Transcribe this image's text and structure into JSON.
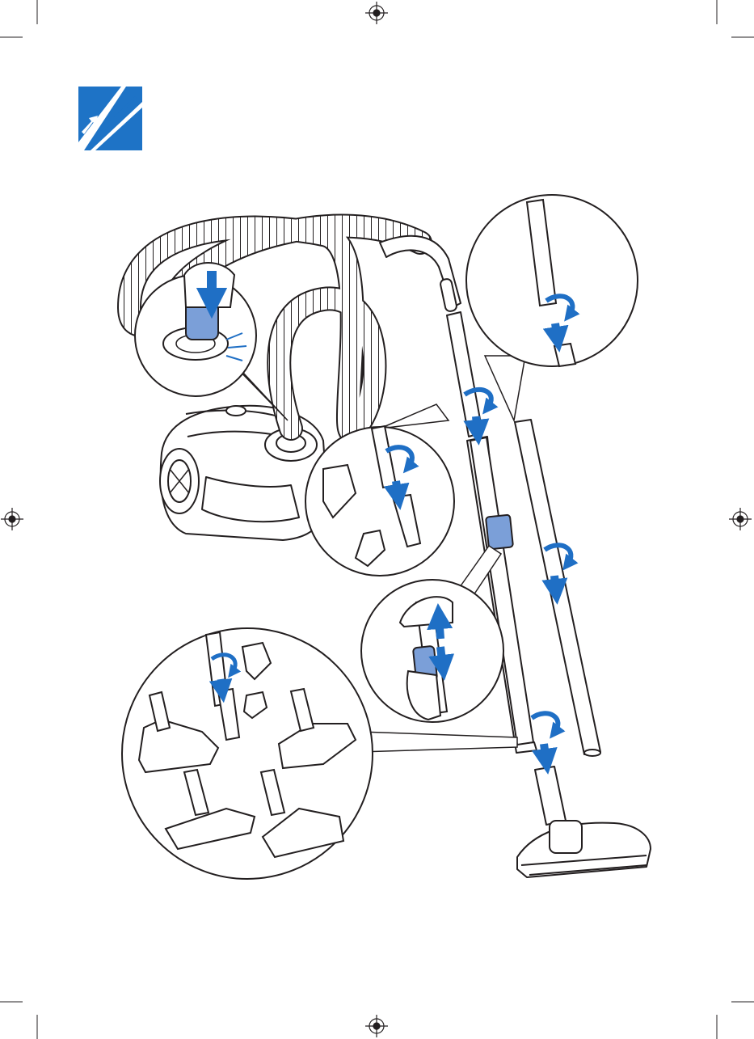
{
  "page": {
    "background": "#ffffff",
    "line_color": "#231f20",
    "accent_blue": "#1f6fc5",
    "highlight_blue": "#7b9fd8",
    "icon_background": "#1e73c6"
  },
  "icon": {
    "name": "hose-connect-icon"
  },
  "illustrations": [
    "vacuum-body",
    "hose",
    "handle-and-wand",
    "floor-nozzle",
    "callout-hose-insertion",
    "callout-small-nozzles",
    "callout-wand-sections",
    "callout-telescopic-adjust",
    "callout-nozzle-overview"
  ]
}
